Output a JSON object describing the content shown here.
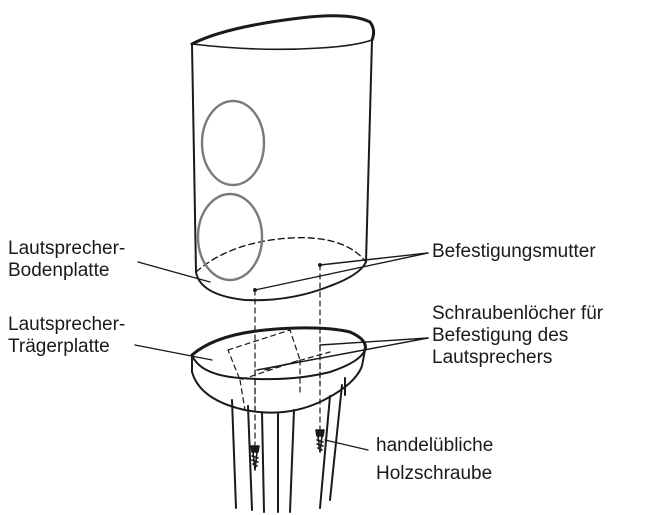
{
  "labels": {
    "speaker_base_plate": [
      "Lautsprecher-",
      "Bodenplatte"
    ],
    "mounting_nut": "Befestigungsmutter",
    "speaker_support_plate": [
      "Lautsprecher-",
      "Trägerplatte"
    ],
    "screw_holes": [
      "Schraubenlöcher für",
      "Befestigung des",
      "Lautsprechers"
    ],
    "wood_screw": [
      "handelübliche",
      "Holzschraube"
    ]
  },
  "colors": {
    "line": "#1a1a1a",
    "driver_outline": "#7a7a7a"
  }
}
